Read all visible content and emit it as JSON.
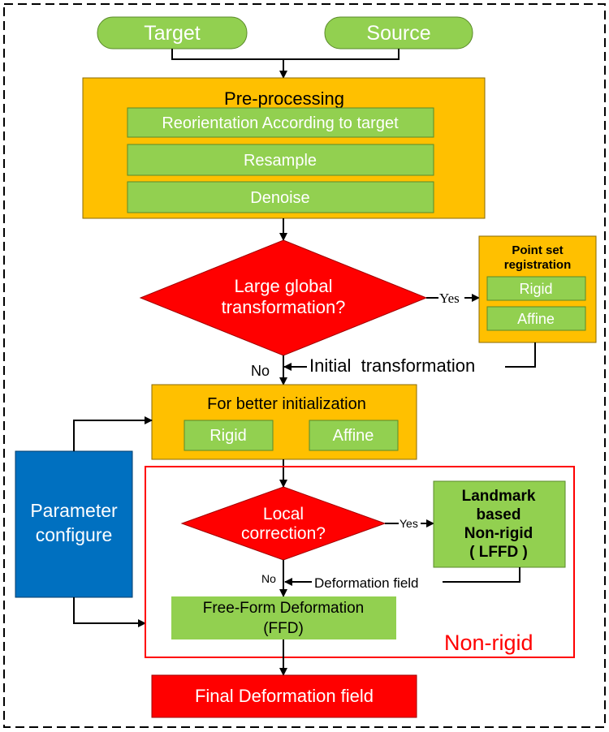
{
  "colors": {
    "green": "#92d050",
    "orange": "#ffc000",
    "red": "#ff0000",
    "blue": "#0070c0",
    "black": "#000000",
    "white": "#ffffff"
  },
  "inputs": {
    "target": "Target",
    "source": "Source"
  },
  "preprocessing": {
    "title": "Pre-processing",
    "steps": [
      "Reorientation According to target",
      "Resample",
      "Denoise"
    ]
  },
  "large_global": {
    "line1": "Large global",
    "line2": "transformation?",
    "yes": "Yes",
    "no": "No"
  },
  "point_set": {
    "title1": "Point set",
    "title2": "registration",
    "rigid": "Rigid",
    "affine": "Affine"
  },
  "initial_transformation": "Initial  transformation",
  "better_init": {
    "title": "For better initialization",
    "rigid": "Rigid",
    "affine": "Affine"
  },
  "parameter": {
    "line1": "Parameter",
    "line2": "configure"
  },
  "local": {
    "line1": "Local",
    "line2": "correction?",
    "yes": "Yes",
    "no": "No"
  },
  "landmark": {
    "line1": "Landmark",
    "line2": "based",
    "line3": "Non-rigid",
    "line4": "( LFFD )"
  },
  "deformation_field": "Deformation field",
  "ffd": {
    "line1": "Free-Form Deformation",
    "line2": "(FFD)"
  },
  "nonrigid_label": "Non-rigid",
  "final": "Final Deformation field"
}
